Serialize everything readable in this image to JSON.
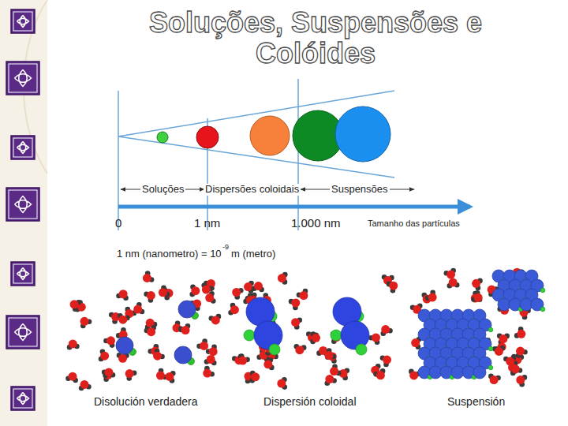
{
  "diagram": {
    "title": "Soluções, Suspensões e Colóides",
    "labels": [
      "Soluções",
      "Dispersões coloidais",
      "Suspensões",
      "0",
      "1 nm",
      "1.000 nm",
      "Tamanho das partículas",
      "1 nm (nanometro) = 10",
      "-9",
      "m (metro)",
      "Disolución verdadera",
      "Dispersión coloidal",
      "Suspensión"
    ]
  }
}
